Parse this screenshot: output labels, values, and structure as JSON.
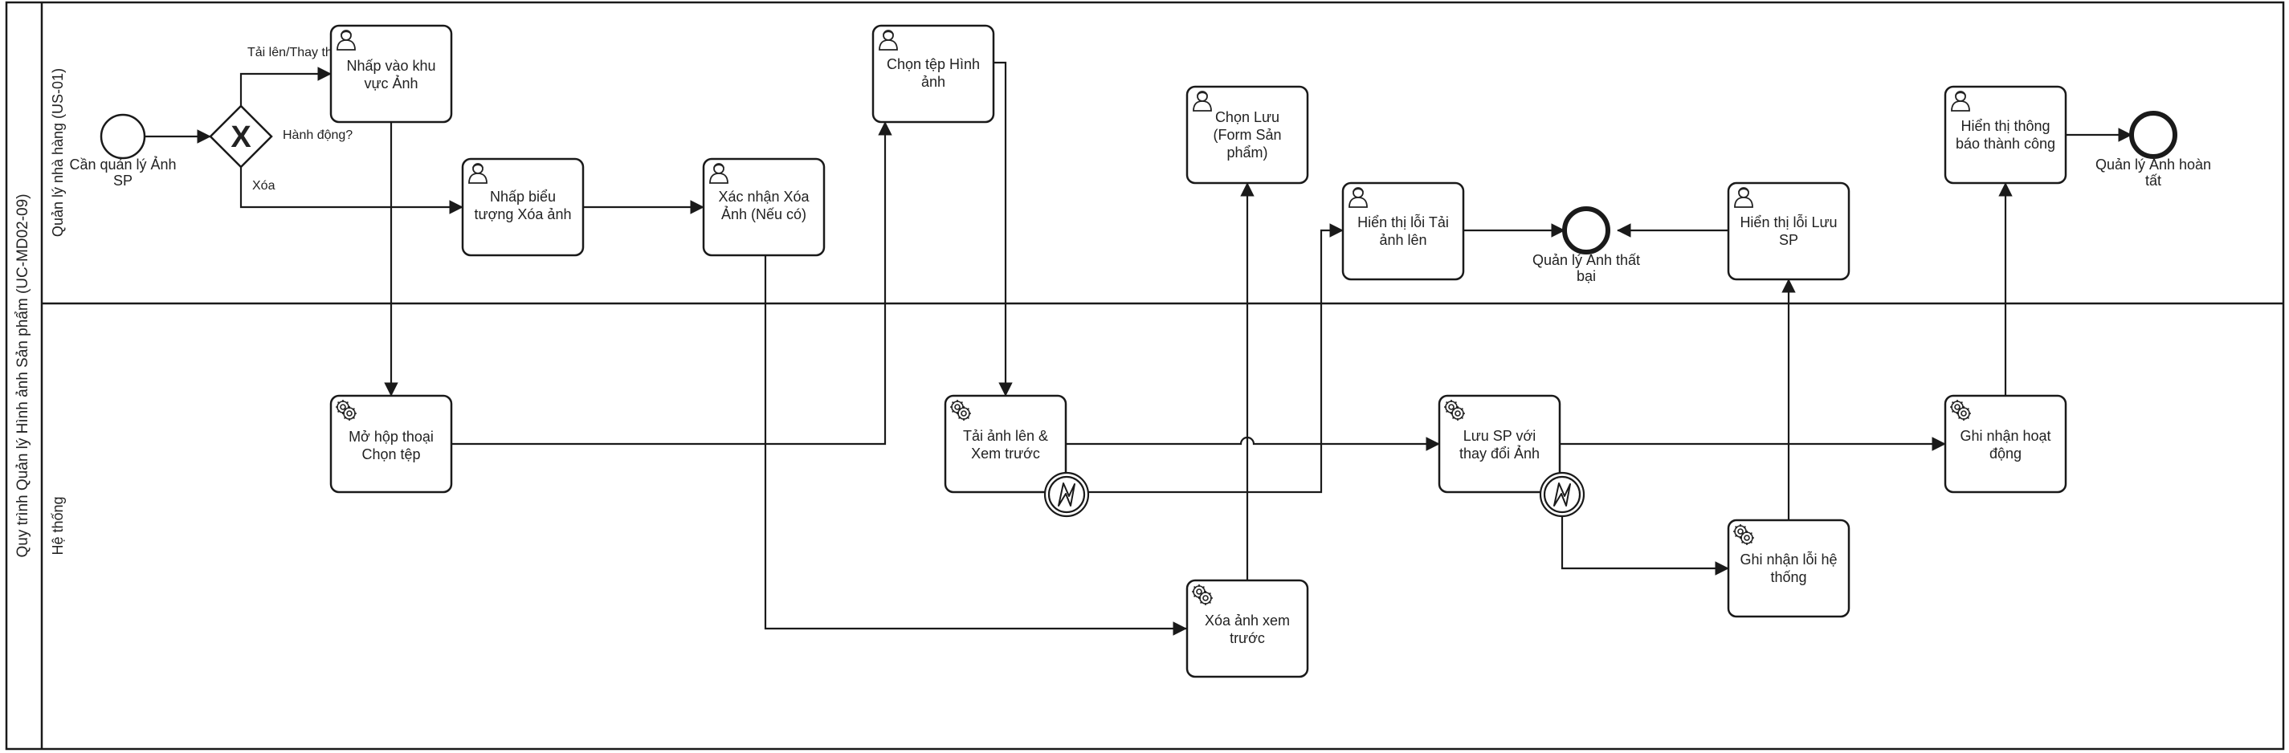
{
  "pool": {
    "label": "Quy trình Quản lý Hình ảnh Sản phẩm (UC-MD02-09)"
  },
  "lanes": {
    "manager": "Quản lý nhà hàng (US-01)",
    "system": "Hệ thống"
  },
  "events": {
    "start": [
      "Cần quản lý Ảnh",
      "SP"
    ],
    "end_fail": [
      "Quản lý Ảnh thất",
      "bại"
    ],
    "end_success": [
      "Quản lý Ảnh hoàn",
      "tất"
    ]
  },
  "gateway": {
    "label": "Hành động?",
    "symbol": "X"
  },
  "edges": {
    "upload_replace": "Tải lên/Thay thế",
    "delete": "Xóa"
  },
  "tasks": {
    "click_image_area": [
      "Nhấp vào khu",
      "vực Ảnh"
    ],
    "click_delete_icon": [
      "Nhấp biểu",
      "tượng Xóa ảnh"
    ],
    "confirm_delete": [
      "Xác nhận Xóa",
      "Ảnh (Nếu có)"
    ],
    "choose_image_file": [
      "Chọn tệp Hình",
      "ảnh"
    ],
    "choose_save": [
      "Chọn Lưu",
      "(Form Sản",
      "phẩm)"
    ],
    "show_upload_error": [
      "Hiển thị lỗi Tải",
      "ảnh lên"
    ],
    "show_save_error": [
      "Hiển thị lỗi Lưu",
      "SP"
    ],
    "show_success": [
      "Hiển thị thông",
      "báo thành công"
    ],
    "open_file_dialog": [
      "Mở hộp thoại",
      "Chọn tệp"
    ],
    "upload_preview": [
      "Tải ảnh lên &",
      "Xem trước"
    ],
    "save_product": [
      "Lưu SP với",
      "thay đổi Ảnh"
    ],
    "log_activity": [
      "Ghi nhận hoạt",
      "động"
    ],
    "delete_preview": [
      "Xóa ảnh xem",
      "trước"
    ],
    "log_system_error": [
      "Ghi nhận lỗi hệ",
      "thống"
    ]
  }
}
